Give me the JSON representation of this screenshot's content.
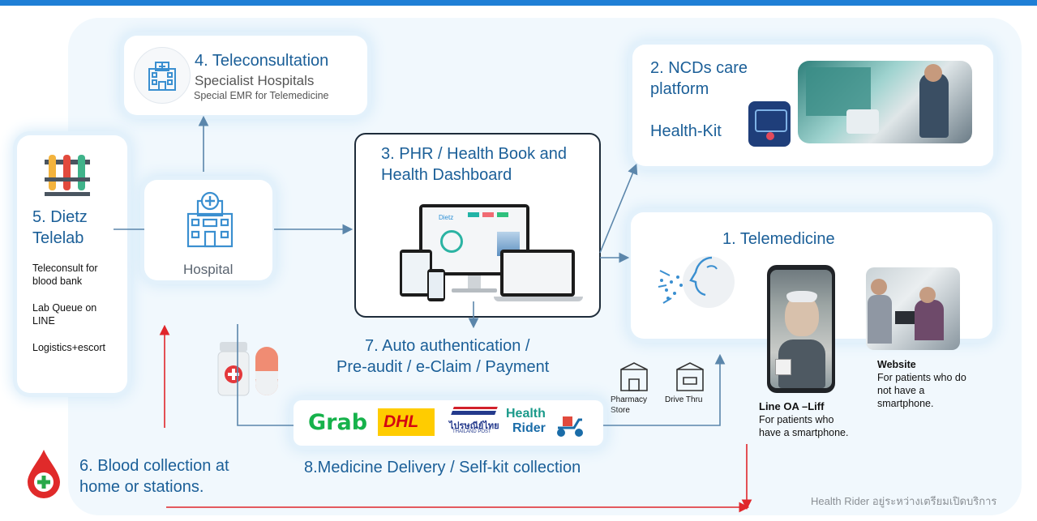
{
  "teleconsultation": {
    "title": "4. Teleconsultation",
    "subtitle": "Specialist Hospitals",
    "note": "Special EMR for Telemedicine"
  },
  "ncds": {
    "title_line1": "2. NCDs care",
    "title_line2": "platform",
    "kit": "Health-Kit"
  },
  "phr": {
    "title_line1": "3. PHR / Health Book and",
    "title_line2": "Health Dashboard",
    "screen_brand": "Dietz"
  },
  "telelab": {
    "title_line1": "5. Dietz",
    "title_line2": "Telelab",
    "items": [
      "Teleconsult for",
      "blood bank",
      "Lab Queue on",
      "LINE",
      "Logistics+escort"
    ]
  },
  "hospital": {
    "label": "Hospital"
  },
  "telemedicine": {
    "title": "1. Telemedicine"
  },
  "auth": {
    "line1": "7. Auto authentication /",
    "line2": "Pre-audit / e-Claim / Payment"
  },
  "pharmacy": {
    "store_line1": "Pharmacy",
    "store_line2": "Store",
    "drive": "Drive Thru"
  },
  "line_oa": {
    "title": "Line OA –Liff",
    "line1": "For patients who",
    "line2": "have a smartphone."
  },
  "website": {
    "title": "Website",
    "line1": "For patients who do",
    "line2": "not have a",
    "line3": "smartphone."
  },
  "delivery": {
    "label": "8.Medicine Delivery / Self-kit collection",
    "logos": [
      "Grab",
      "DHL",
      "ไปรษณีย์ไทย",
      "THAILAND POST",
      "Health",
      "Rider"
    ]
  },
  "blood": {
    "line1": "6. Blood collection at",
    "line2": "home or  stations."
  },
  "footer": "Health Rider อยู่ระหว่างเตรียมเปิดบริการ",
  "colors": {
    "accent": "#1b5f98",
    "arrow": "#5b86ab",
    "red_arrow": "#e0262b",
    "topbar": "#1f7fd6"
  }
}
